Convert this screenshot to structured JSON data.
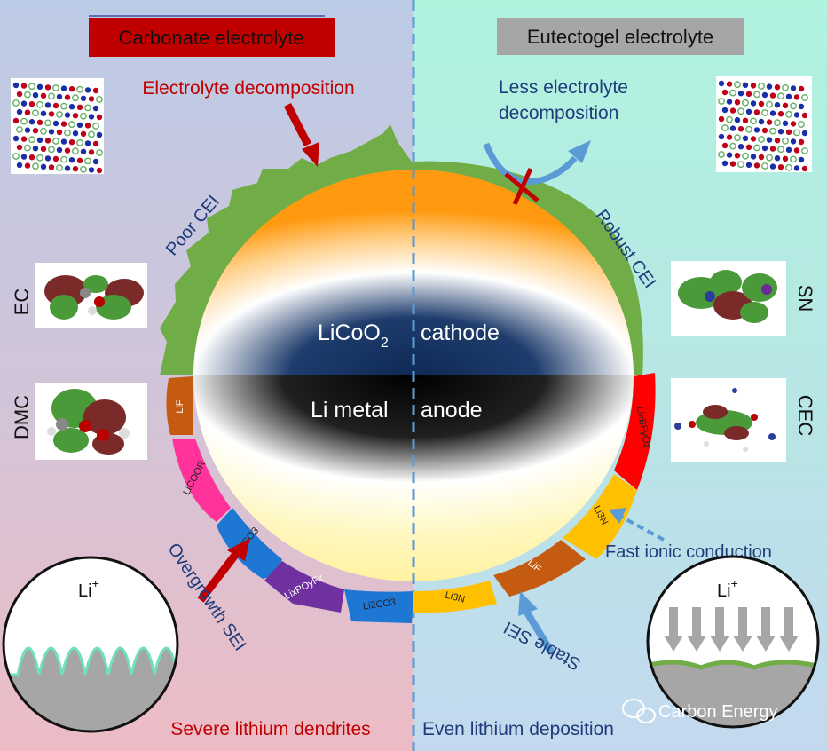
{
  "left": {
    "header": "Carbonate electrolyte",
    "decomposition": "Electrolyte decomposition",
    "cei": "Poor CEI",
    "sei": "Overgrowth SEI",
    "dendrites": "Severe lithium dendrites",
    "molecule_1": "EC",
    "molecule_2": "DMC",
    "li_ion": "Li",
    "li_ion_sup": "+",
    "components": [
      "LiF",
      "LiCOOR",
      "Li2CO3",
      "LixPOyFz",
      "Li2CO3"
    ]
  },
  "right": {
    "header": "Eutectogel electrolyte",
    "decomposition_line1": "Less electrolyte",
    "decomposition_line2": "decomposition",
    "cei": "Robust CEI",
    "sei": "Stable SEI",
    "deposition": "Even lithium deposition",
    "fast_ion": "Fast ionic conduction",
    "molecule_1": "SN",
    "molecule_2": "CEC",
    "li_ion": "Li",
    "li_ion_sup": "+",
    "components": [
      "LixBFyOz",
      "Li3N",
      "LiF",
      "Li3N"
    ]
  },
  "center": {
    "cathode_formula_main": "LiCoO",
    "cathode_formula_sub": "2",
    "cathode_label": "cathode",
    "anode_left": "Li metal",
    "anode_right": "anode"
  },
  "watermark": "Carbon Energy",
  "colors": {
    "left_bg_top": "#b9c7e3",
    "left_bg_bottom": "#ecbfc6",
    "right_bg_top": "#b3f2e0",
    "right_bg_bottom": "#c3dcef",
    "red_text": "#c00000",
    "navy_text": "#1f3b7a",
    "cathode_orange": "#ff9a10",
    "cei_green": "#70ad47",
    "arrow_red": "#c00000",
    "arrow_blue": "#5b9bd5"
  }
}
